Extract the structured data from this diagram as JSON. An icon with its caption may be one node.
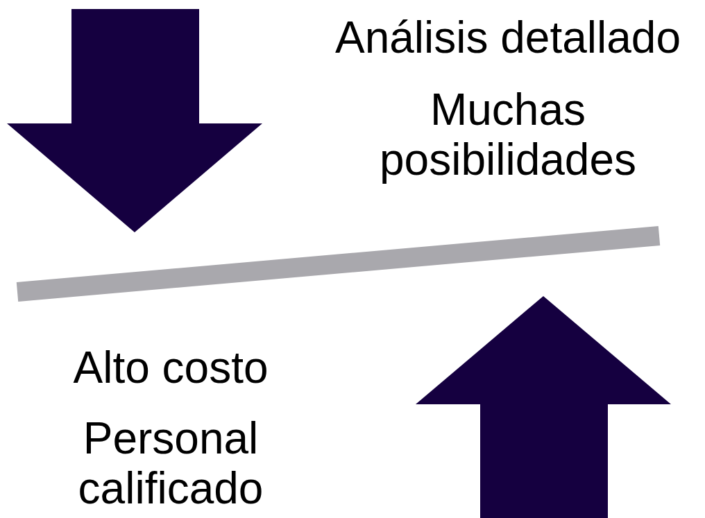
{
  "diagram": {
    "labels": [
      "Análisis detallado",
      "Muchas posibilidades",
      "Alto costo",
      "Personal calificado"
    ]
  }
}
